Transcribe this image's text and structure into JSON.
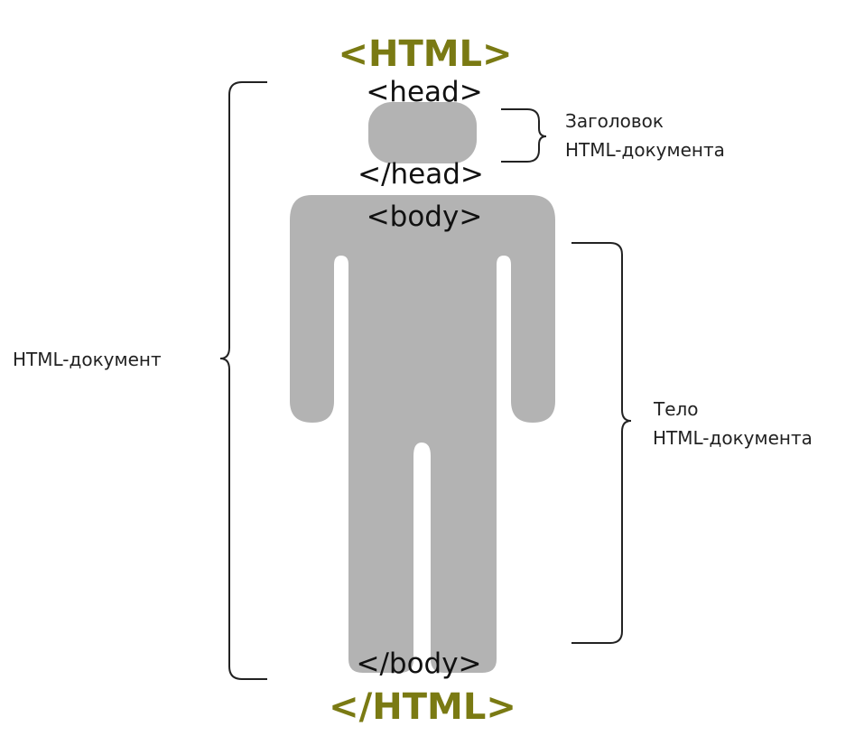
{
  "colors": {
    "background": "#ffffff",
    "figure": "#b3b3b3",
    "html_tag": "#7a7a13",
    "inner_tag": "#111111",
    "bracket": "#222222",
    "label": "#222222"
  },
  "tags": {
    "html_open": "<HTML>",
    "html_close": "</HTML>",
    "head_open": "<head>",
    "head_close": "</head>",
    "body_open": "<body>",
    "body_close": "</body>"
  },
  "labels": {
    "document": "HTML-документ",
    "head_line1": "Заголовок",
    "head_line2": "HTML-документа",
    "body_line1": "Тело",
    "body_line2": "HTML-документа"
  },
  "icons": {
    "figure": "person-silhouette-icon"
  }
}
